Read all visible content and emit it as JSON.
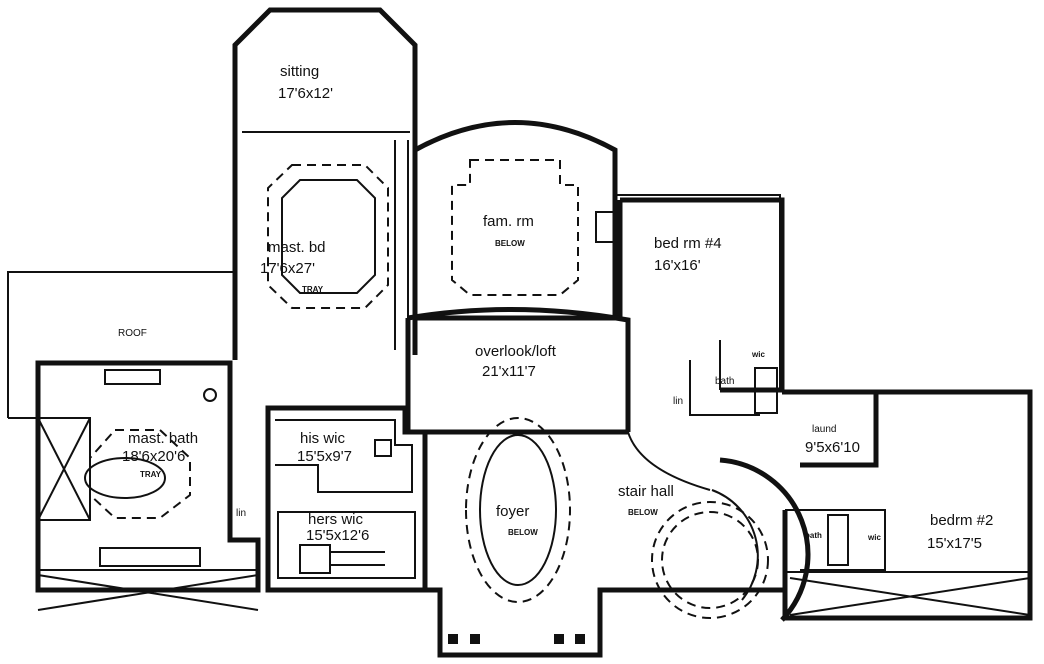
{
  "rooms": {
    "sitting": {
      "name": "sitting",
      "size": "17'6x12'"
    },
    "master_bedroom": {
      "name": "mast. bd",
      "size": "17'6x27'",
      "note": "TRAY"
    },
    "family_room": {
      "name": "fam. rm",
      "note": "BELOW"
    },
    "bedroom_4": {
      "name": "bed rm #4",
      "size": "16'x16'"
    },
    "bedroom_4_wic": {
      "name": "wic"
    },
    "bedroom_4_bath": {
      "name": "bath"
    },
    "hall_linen": {
      "name": "lin"
    },
    "overlook_loft": {
      "name": "overlook/loft",
      "size": "21'x11'7"
    },
    "roof": {
      "name": "ROOF"
    },
    "master_bath": {
      "name": "mast. bath",
      "size": "18'6x20'6",
      "note": "TRAY"
    },
    "his_wic": {
      "name": "his wic",
      "size": "15'5x9'7"
    },
    "hers_wic": {
      "name": "hers wic",
      "size": "15'5x12'6"
    },
    "master_linen": {
      "name": "lin"
    },
    "foyer": {
      "name": "foyer",
      "note": "BELOW"
    },
    "stair_hall": {
      "name": "stair hall",
      "note": "BELOW"
    },
    "laundry": {
      "name": "laund",
      "size": "9'5x6'10"
    },
    "bedroom_2_bath": {
      "name": "bath"
    },
    "bedroom_2_wic": {
      "name": "wic"
    },
    "bedroom_2": {
      "name": "bedrm #2",
      "size": "15'x17'5"
    }
  }
}
